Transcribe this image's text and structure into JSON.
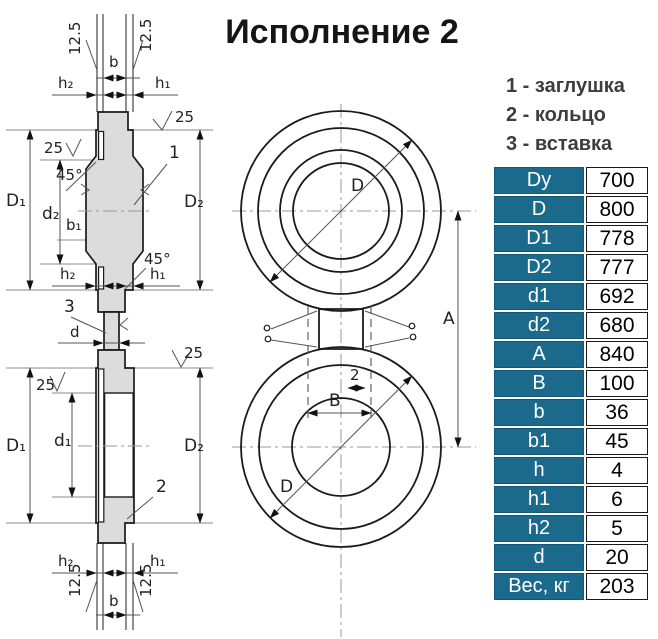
{
  "title": "Исполнение 2",
  "legend": {
    "items": [
      {
        "text": "1 - заглушка"
      },
      {
        "text": "2 - кольцо"
      },
      {
        "text": "3 - вставка"
      }
    ]
  },
  "table": {
    "rows": [
      {
        "param": "Dy",
        "value": "700"
      },
      {
        "param": "D",
        "value": "800"
      },
      {
        "param": "D1",
        "value": "778"
      },
      {
        "param": "D2",
        "value": "777"
      },
      {
        "param": "d1",
        "value": "692"
      },
      {
        "param": "d2",
        "value": "680"
      },
      {
        "param": "A",
        "value": "840"
      },
      {
        "param": "B",
        "value": "100"
      },
      {
        "param": "b",
        "value": "36"
      },
      {
        "param": "b1",
        "value": "45"
      },
      {
        "param": "h",
        "value": "4"
      },
      {
        "param": "h1",
        "value": "6"
      },
      {
        "param": "h2",
        "value": "5"
      },
      {
        "param": "d",
        "value": "20"
      },
      {
        "param": "Вес, кг",
        "value": "203"
      }
    ]
  },
  "drawing": {
    "roughness_fine": "12.5",
    "roughness_coarse": "25",
    "chamfer_angle": "45°",
    "labels": {
      "b": "b",
      "b1": "b₁",
      "h1": "h₁",
      "h2": "h₂",
      "D1": "D₁",
      "D2": "D₂",
      "d1": "d₁",
      "d2": "d₂",
      "d": "d",
      "D": "D",
      "A": "A",
      "B": "B",
      "gap": "2"
    },
    "parts": {
      "p1": "1",
      "p2": "2",
      "p3": "3"
    }
  },
  "colors": {
    "table_header_bg": "#1b6a8c",
    "table_header_text": "#ffffff",
    "part_fill": "#dcdcdc",
    "line": "#1a1a1a"
  }
}
